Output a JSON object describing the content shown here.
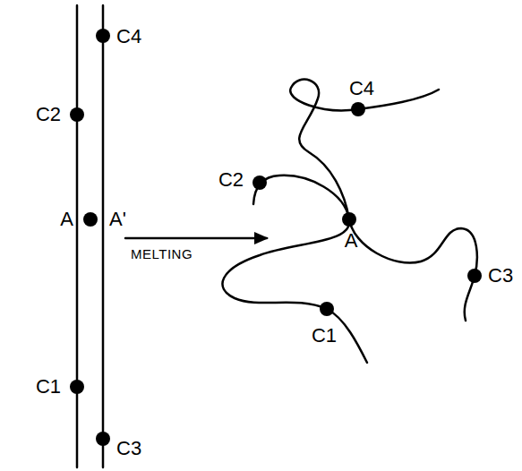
{
  "diagram": {
    "labels": [
      "C4",
      "C2",
      "A",
      "A'",
      "MELTING",
      "C1",
      "C3",
      "C4",
      "C2",
      "A",
      "C3",
      "C1"
    ]
  }
}
